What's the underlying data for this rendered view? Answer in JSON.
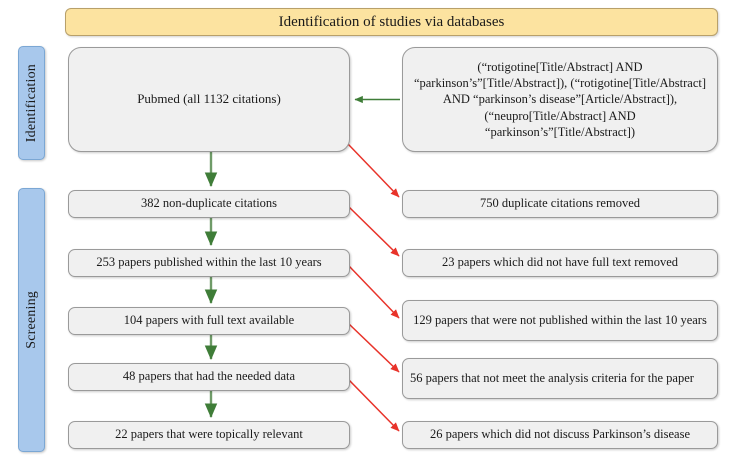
{
  "banner": {
    "title": "Identification of studies via databases"
  },
  "stages": [
    {
      "key": "identification",
      "label": "Identification"
    },
    {
      "key": "screening",
      "label": "Screening"
    }
  ],
  "nodes": {
    "source": "Pubmed (all 1132 citations)",
    "query": "(“rotigotine[Title/Abstract] AND “parkinson’s”[Title/Abstract]), (“rotigotine[Title/Abstract] AND “parkinson’s disease”[Article/Abstract]), (“neupro[Title/Abstract] AND “parkinson’s”[Title/Abstract])",
    "included": [
      "382 non-duplicate citations",
      "253 papers published within the last 10 years",
      "104 papers with full text available",
      "48 papers that had the needed data",
      "22 papers that were topically relevant"
    ],
    "excluded": [
      "750 duplicate citations removed",
      "23 papers which did not have full text removed",
      "129 papers that were not published within the last 10 years",
      "56 papers that not meet the analysis criteria for the paper",
      "26 papers which did not discuss Parkinson’s disease"
    ]
  },
  "colors": {
    "banner_fill": "#fce3a0",
    "banner_border": "#b8a06a",
    "stage_fill": "#a8c8ec",
    "stage_border": "#7ba7d4",
    "node_fill": "#f0f0f0",
    "node_border": "#9a9a9a",
    "include_arrow": "#3f7d38",
    "exclude_arrow": "#e8332a"
  },
  "arrows": {
    "query_to_source": "green-left-arrow",
    "flow_down": "green-down-arrow",
    "exclusion": "red-diagonal-arrow"
  }
}
